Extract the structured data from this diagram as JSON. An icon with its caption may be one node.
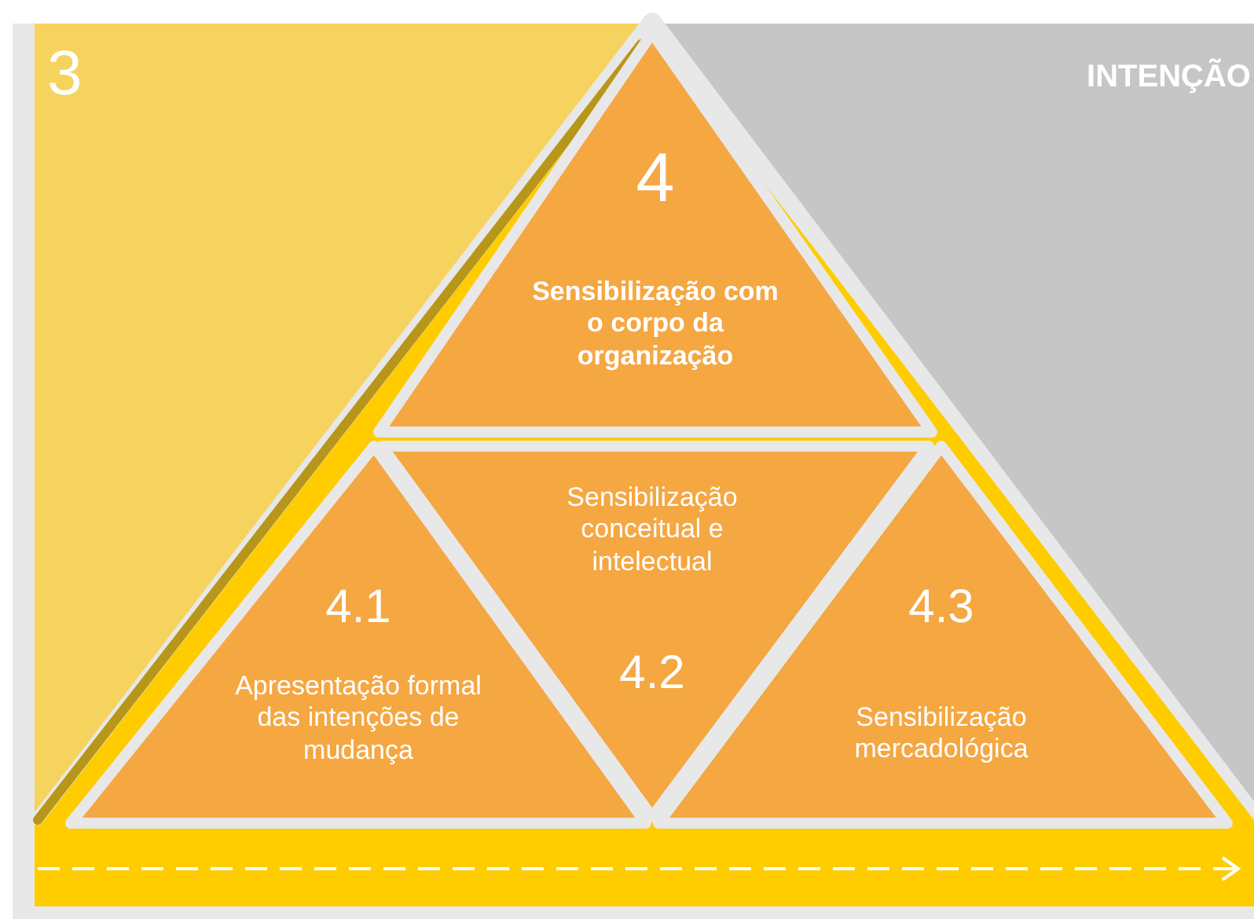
{
  "diagram": {
    "nodes": [
      {
        "text": [
          "3"
        ]
      },
      {
        "text": [
          "INTENÇÃO"
        ]
      },
      {
        "text": [
          "4",
          "Sensibilização com o corpo da organização"
        ]
      },
      {
        "text": [
          "4.1",
          "Apresentação formal das intenções de mudança"
        ]
      },
      {
        "text": [
          "Sensibilização conceitual e intelectual",
          "4.2"
        ]
      },
      {
        "text": [
          "4.3",
          "Sensibilização mercadológica"
        ]
      }
    ]
  }
}
